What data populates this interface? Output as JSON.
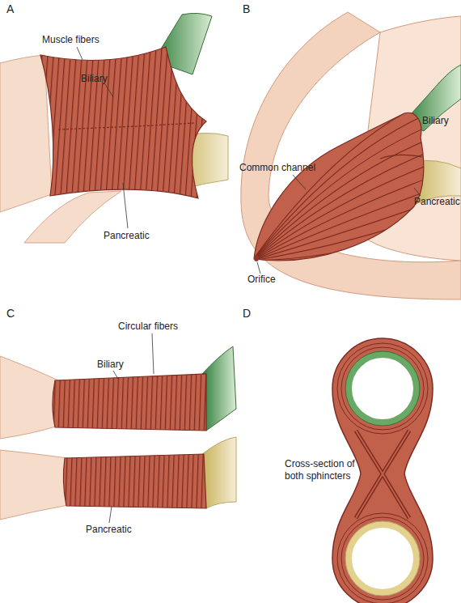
{
  "diagram": {
    "labels": [
      "A",
      "B",
      "Muscle fibers",
      "Biliary",
      "Pancreatic",
      "Common channel",
      "Biliary",
      "Pancreatic",
      "Orifice",
      "C",
      "D",
      "Circular fibers",
      "Biliary",
      "Pancreatic",
      "Cross-section of both sphincters"
    ]
  }
}
